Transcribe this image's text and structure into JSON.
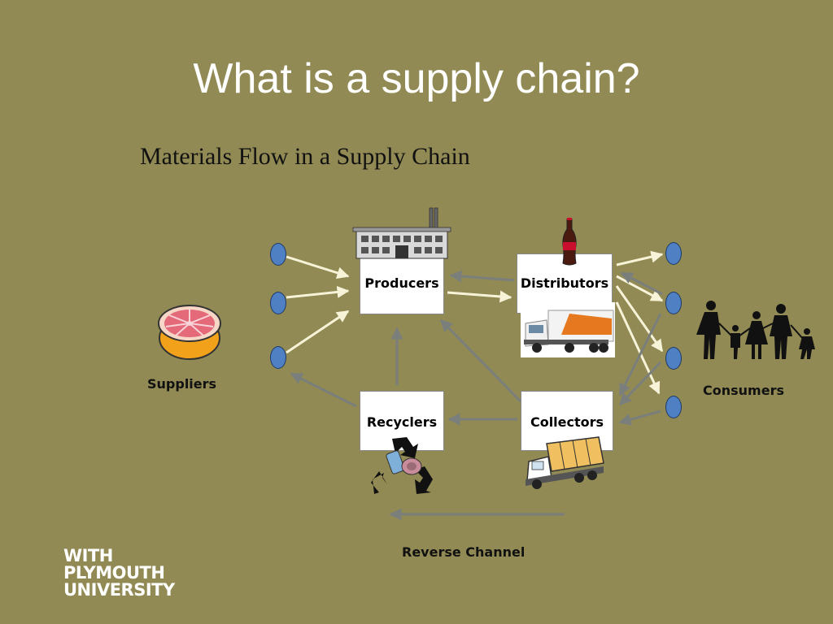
{
  "slide": {
    "title": "What is a supply chain?",
    "subtitle": "Materials Flow in a Supply Chain"
  },
  "nodes": {
    "producers": "Producers",
    "distributors": "Distributors",
    "recyclers": "Recyclers",
    "collectors": "Collectors"
  },
  "labels": {
    "suppliers": "Suppliers",
    "consumers": "Consumers",
    "reverse_channel": "Reverse Channel"
  },
  "logo": {
    "line1": "WITH",
    "line2": "PLYMOUTH",
    "line3": "UNIVERSITY"
  },
  "icons": [
    "factory-icon",
    "cola-bottle-icon",
    "grapefruit-icon",
    "delivery-truck-icon",
    "family-icon",
    "recycling-icon",
    "collection-truck-icon"
  ],
  "colors": {
    "background": "#928A54",
    "forward_arrow": "#F7F3D8",
    "reverse_arrow": "#7A7F7C",
    "node": "#4F80C4"
  }
}
